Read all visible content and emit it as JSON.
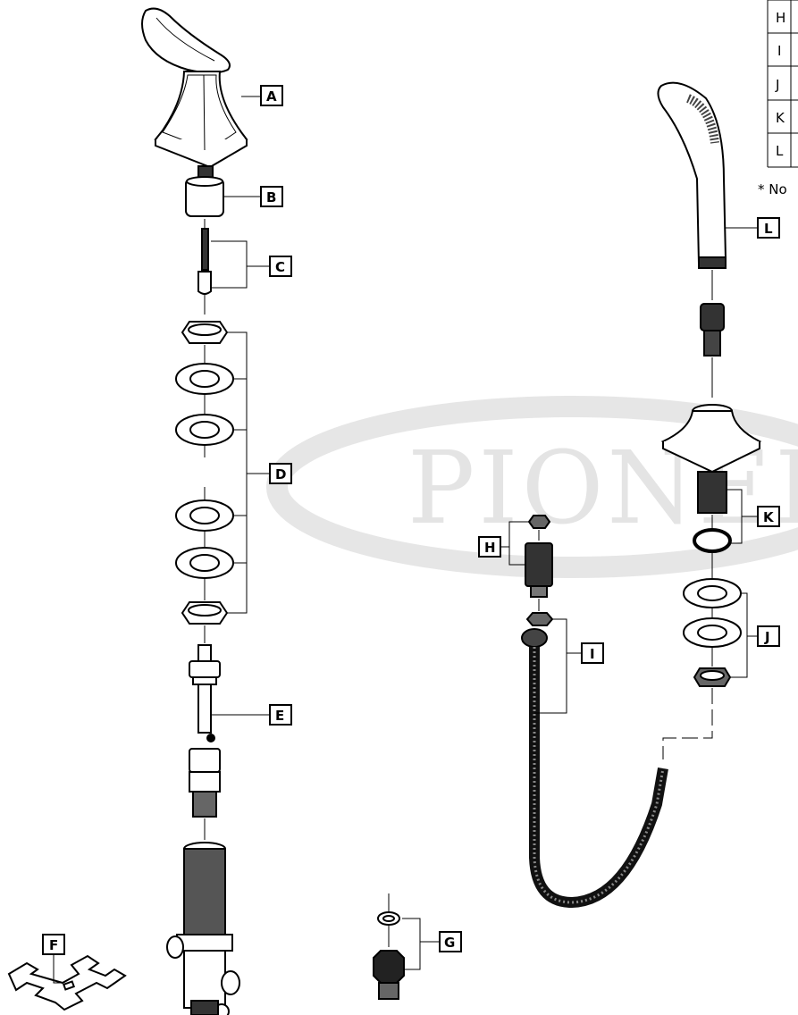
{
  "watermark": "PIONEER",
  "callouts": {
    "a": "A",
    "b": "B",
    "c": "C",
    "d": "D",
    "e": "E",
    "f": "F",
    "g": "G",
    "h": "H",
    "i": "I",
    "j": "J",
    "k": "K",
    "l": "L"
  },
  "parts_table": {
    "rows": [
      "H",
      "I",
      "J",
      "K",
      "L"
    ]
  },
  "footnote": "* No"
}
